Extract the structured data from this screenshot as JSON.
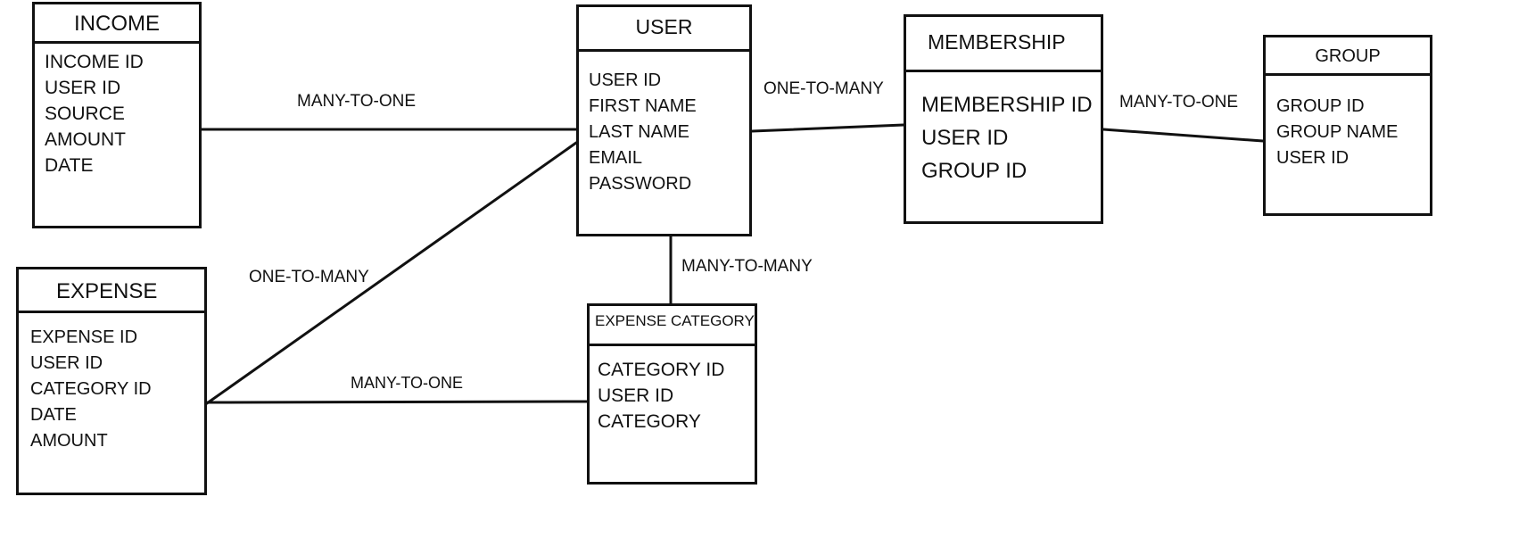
{
  "entities": {
    "income": {
      "title": "INCOME",
      "fields": [
        "INCOME ID",
        "USER ID",
        "SOURCE",
        "AMOUNT",
        "DATE"
      ]
    },
    "user": {
      "title": "USER",
      "fields": [
        "USER ID",
        "FIRST NAME",
        "LAST NAME",
        "EMAIL",
        "PASSWORD"
      ]
    },
    "membership": {
      "title": "MEMBERSHIP",
      "fields": [
        "MEMBERSHIP ID",
        "USER ID",
        "GROUP ID"
      ]
    },
    "group": {
      "title": "GROUP",
      "fields": [
        "GROUP ID",
        "GROUP NAME",
        "USER ID"
      ]
    },
    "expense": {
      "title": "EXPENSE",
      "fields": [
        "EXPENSE ID",
        "USER ID",
        "CATEGORY ID",
        "DATE",
        "AMOUNT"
      ]
    },
    "expense_category": {
      "title": "EXPENSE CATEGORY",
      "fields": [
        "CATEGORY ID",
        "USER ID",
        "CATEGORY"
      ]
    }
  },
  "relationships": {
    "income_user": "MANY-TO-ONE",
    "user_membership": "ONE-TO-MANY",
    "membership_group": "MANY-TO-ONE",
    "expense_user": "ONE-TO-MANY",
    "user_expense_category": "MANY-TO-MANY",
    "expense_expense_category": "MANY-TO-ONE"
  },
  "colors": {
    "line": "#111111",
    "background": "#ffffff"
  }
}
